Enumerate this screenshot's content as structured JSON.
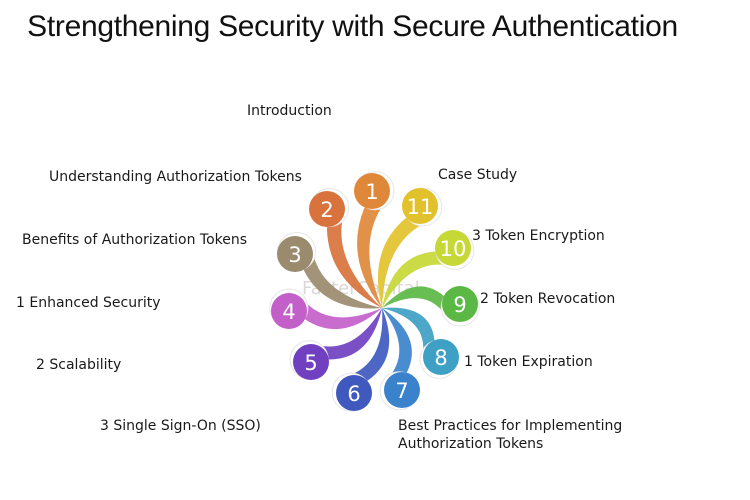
{
  "title": "Strengthening Security with Secure Authentication",
  "left_items": [
    "Introduction",
    "Understanding Authorization Tokens",
    "Benefits of Authorization Tokens",
    "1 Enhanced Security",
    "2 Scalability",
    "3 Single Sign-On (SSO)"
  ],
  "right_items": [
    "Case Study",
    "3 Token Encryption",
    "2 Token Revocation",
    "1 Token Expiration"
  ],
  "bottom_item": {
    "line1": "Best Practices for Implementing",
    "line2": "Authorization Tokens"
  },
  "watermark": "FasterCapital",
  "petals": [
    {
      "num": "1",
      "color": "#e0883a"
    },
    {
      "num": "2",
      "color": "#d9733d"
    },
    {
      "num": "3",
      "color": "#9a8a6e"
    },
    {
      "num": "4",
      "color": "#c35fc9"
    },
    {
      "num": "5",
      "color": "#7040c0"
    },
    {
      "num": "6",
      "color": "#3f59bf"
    },
    {
      "num": "7",
      "color": "#3a82cc"
    },
    {
      "num": "8",
      "color": "#3ea0c4"
    },
    {
      "num": "9",
      "color": "#5cb844"
    },
    {
      "num": "10",
      "color": "#c6d835"
    },
    {
      "num": "11",
      "color": "#e2c22c"
    }
  ]
}
